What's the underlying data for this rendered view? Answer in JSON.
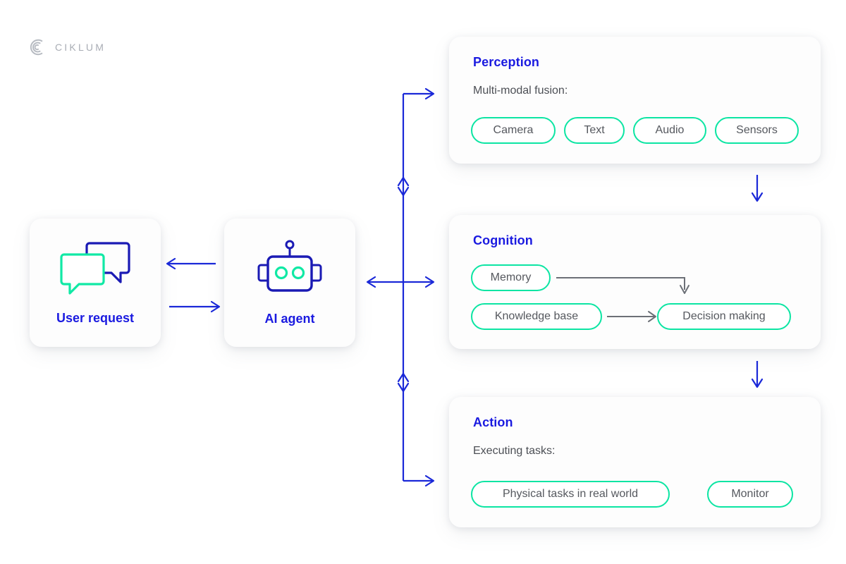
{
  "brand": {
    "name": "CIKLUM",
    "logo_icon": "ciklum-c-mark-icon"
  },
  "colors": {
    "accent_blue": "#1a1ae0",
    "line_blue": "#1a28d8",
    "accent_green": "#0ce5a3",
    "line_gray": "#6c7077",
    "card_bg": "#fdfdfd",
    "page_bg": "#ffffff",
    "body_text": "#4c4f55"
  },
  "left_flow": {
    "user": {
      "label": "User request",
      "icon": "chat-bubbles-icon"
    },
    "agent": {
      "label": "AI agent",
      "icon": "robot-head-icon"
    },
    "arrows": [
      {
        "name": "agent-to-user-arrow",
        "direction": "left"
      },
      {
        "name": "user-to-agent-arrow",
        "direction": "right"
      }
    ]
  },
  "panels": [
    {
      "id": "perception",
      "heading": "Perception",
      "subtitle": "Multi-modal fusion:",
      "pills": [
        "Camera",
        "Text",
        "Audio",
        "Sensors"
      ]
    },
    {
      "id": "cognition",
      "heading": "Cognition",
      "subtitle": "",
      "pills": [
        "Memory",
        "Knowledge base",
        "Decision making"
      ]
    },
    {
      "id": "action",
      "heading": "Action",
      "subtitle": "Executing tasks:",
      "pills": [
        "Physical tasks in real world",
        "Monitor"
      ]
    }
  ],
  "connectors": {
    "spine": "vertical-bus-line",
    "to_perception": "spine-to-perception-arrow",
    "to_action": "spine-to-action-arrow",
    "to_cognition": "spine-to-cognition-arrow",
    "to_agent": "spine-to-agent-arrow",
    "perception_to_cognition": "perception-to-cognition-arrow",
    "cognition_to_action": "cognition-to-action-arrow",
    "memory_to_decision": "memory-to-decision-arrow",
    "knowledge_to_decision": "knowledge-base-to-decision-arrow"
  }
}
